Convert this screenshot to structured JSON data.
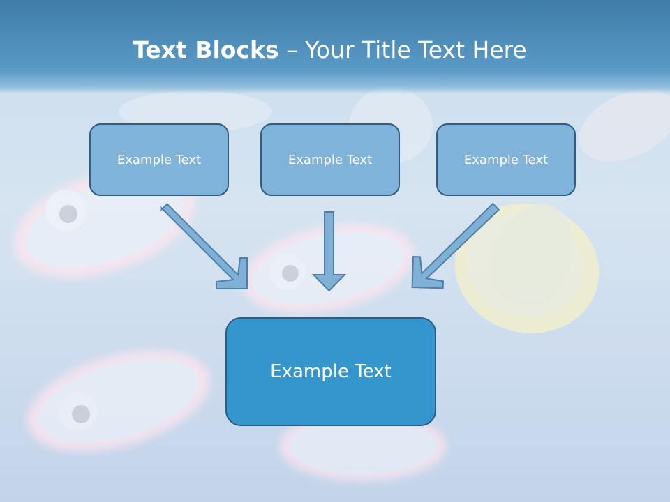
{
  "slide": {
    "title_bold": "Text Blocks",
    "title_rest": " – Your Title Text Here",
    "boxes": [
      {
        "label": "Example Text"
      },
      {
        "label": "Example Text"
      },
      {
        "label": "Example Text"
      }
    ],
    "center_box": {
      "label": "Example Text"
    }
  },
  "colors": {
    "header": "#4a8cbc",
    "small_box_fill": "#80b3d9",
    "big_box_fill": "#3595cd",
    "box_border": "#2e5d83",
    "arrow_fill": "#7fb1d6",
    "arrow_stroke": "#4f7fa6"
  }
}
